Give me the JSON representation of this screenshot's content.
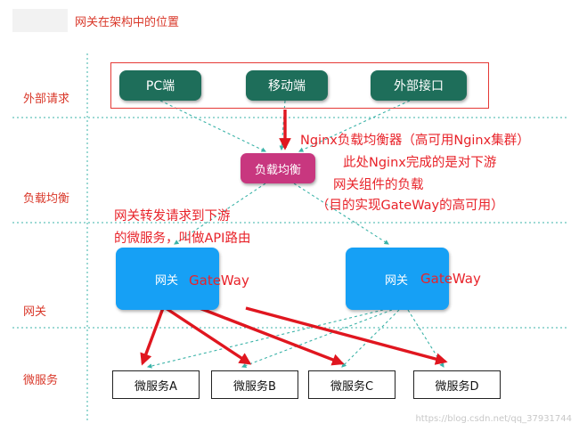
{
  "title": "网关在架构中的位置",
  "layers": {
    "clients": "外部请求",
    "load_balance": "负载均衡",
    "gateway": "网关",
    "services": "微服务"
  },
  "clients": [
    "PC端",
    "移动端",
    "外部接口"
  ],
  "load_balancer": "负载均衡",
  "gateways": [
    {
      "label": "网关",
      "tag": "GateWay"
    },
    {
      "label": "网关",
      "tag": "GateWay"
    }
  ],
  "services": [
    "微服务A",
    "微服务B",
    "微服务C",
    "微服务D"
  ],
  "notes": {
    "nginx": [
      "Nginx负载均衡器（高可用Nginx集群）",
      "此处Nginx完成的是对下游",
      "网关组件的负载",
      "（目的实现GateWay的高可用）"
    ],
    "gateway": [
      "网关转发请求到下游",
      "的微服务，叫做API路由"
    ]
  },
  "watermark": "https://blog.csdn.net/qq_37931744",
  "colors": {
    "client_fill": "#1e6e5a",
    "lb_fill": "#c8377f",
    "gateway_fill": "#16a0f5",
    "annotation_red": "#e8232a",
    "connector_teal": "#3bb3a8"
  }
}
